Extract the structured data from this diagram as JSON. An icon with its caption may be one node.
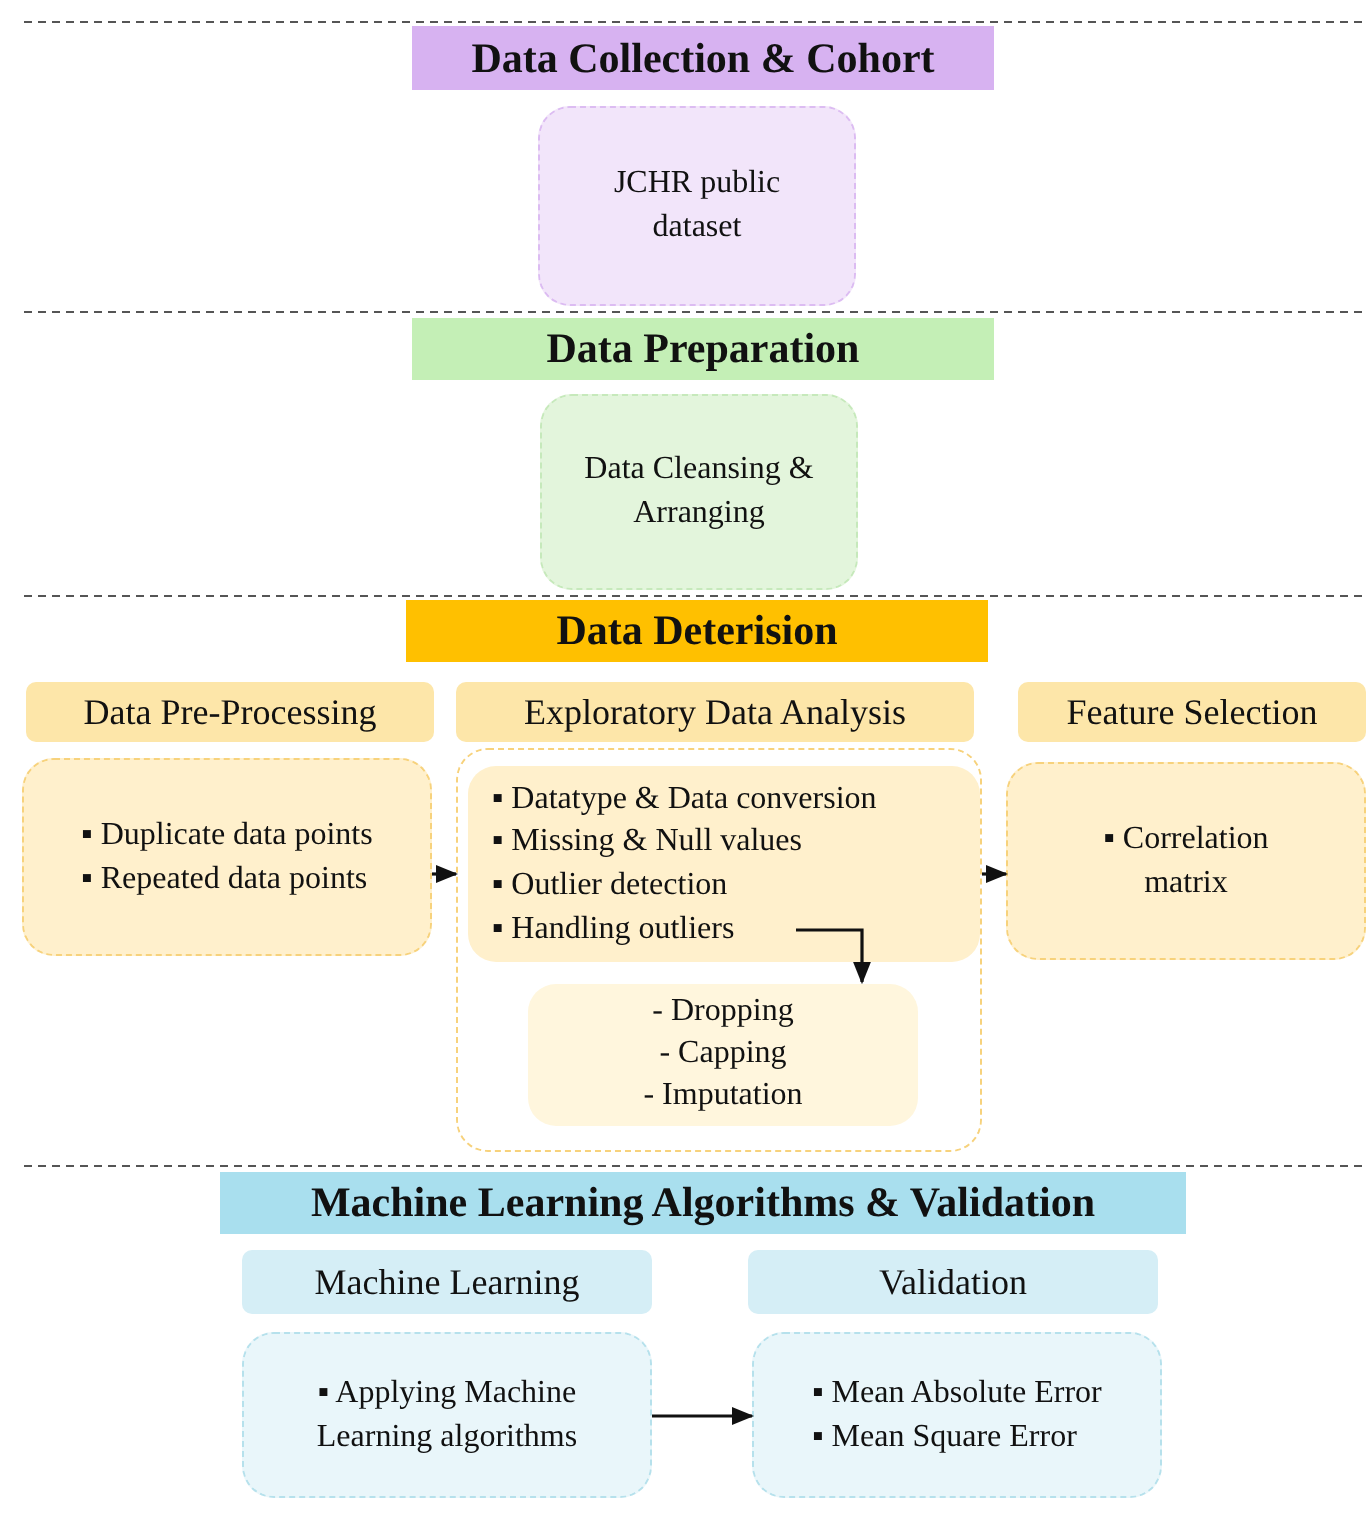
{
  "diagram": {
    "nodes": [
      {
        "text": [
          "Data Collection & Cohort"
        ]
      },
      {
        "text": [
          "JCHR public dataset"
        ]
      },
      {
        "text": [
          "Data Preparation"
        ]
      },
      {
        "text": [
          "Data Cleansing & Arranging"
        ]
      },
      {
        "text": [
          "Data Deterision"
        ]
      },
      {
        "text": [
          "Data Pre-Processing"
        ]
      },
      {
        "text": [
          "▪ Duplicate data points",
          "▪ Repeated data points"
        ]
      },
      {
        "text": [
          "Exploratory Data Analysis"
        ]
      },
      {
        "text": [],
        "shape": "box"
      },
      {
        "text": [
          "▪ Datatype & Data conversion",
          "▪ Missing & Null values",
          "▪ Outlier detection",
          "▪ Handling outliers"
        ],
        "in": 8
      },
      {
        "text": [
          "- Dropping",
          "- Capping",
          "- Imputation"
        ],
        "in": 8
      },
      {
        "text": [
          "Feature Selection"
        ]
      },
      {
        "text": [
          "▪ Correlation matrix"
        ]
      },
      {
        "text": [
          "Machine Learning Algorithms & Validation"
        ]
      },
      {
        "text": [
          "Machine Learning"
        ]
      },
      {
        "text": [
          "Validation"
        ]
      },
      {
        "text": [
          "▪ Applying Machine Learning algorithms"
        ]
      },
      {
        "text": [
          "▪ Mean Absolute Error",
          "▪ Mean Square Error"
        ]
      }
    ],
    "edges": [
      {
        "from": 6,
        "to": 8,
        "arrow": "to"
      },
      {
        "from": 8,
        "to": 12,
        "arrow": "to"
      },
      {
        "from": 9,
        "to": 10,
        "arrow": "to"
      },
      {
        "from": 16,
        "to": 17,
        "arrow": "to"
      }
    ]
  }
}
